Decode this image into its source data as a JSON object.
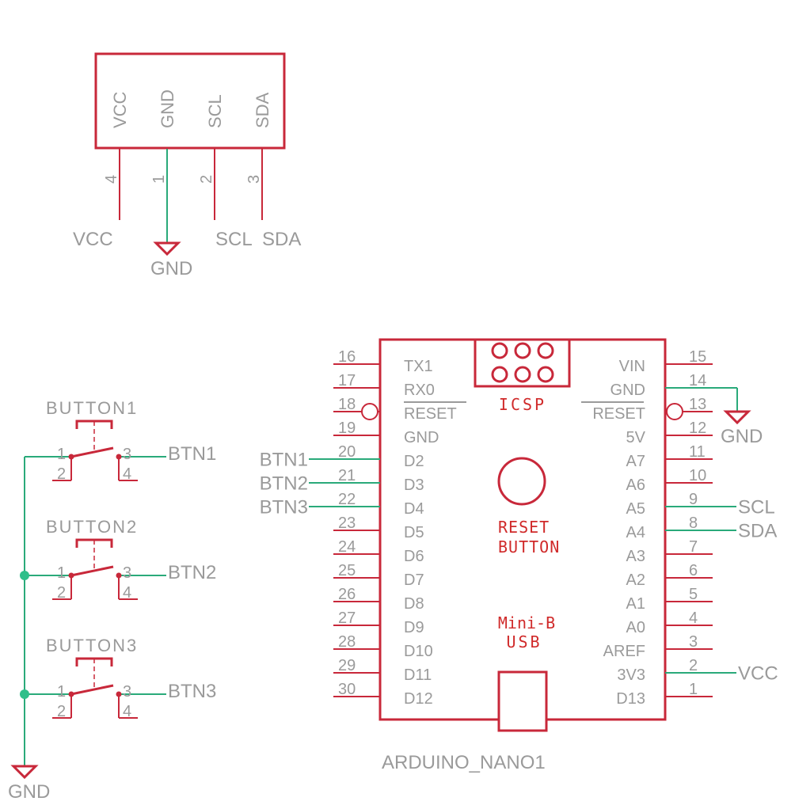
{
  "colors": {
    "body": "#c8283a",
    "wire": "#2aaa7a",
    "text": "#9a9a9a",
    "junction": "#2fbf8a"
  },
  "module": {
    "pins": [
      {
        "name": "VCC",
        "num": "4",
        "net": "VCC"
      },
      {
        "name": "GND",
        "num": "1",
        "net": "GND"
      },
      {
        "name": "SCL",
        "num": "2",
        "net": "SCL"
      },
      {
        "name": "SDA",
        "num": "3",
        "net": "SDA"
      }
    ]
  },
  "buttons": [
    {
      "name": "BUTTON1",
      "pins": [
        "1",
        "2",
        "3",
        "4"
      ],
      "net": "BTN1"
    },
    {
      "name": "BUTTON2",
      "pins": [
        "1",
        "2",
        "3",
        "4"
      ],
      "net": "BTN2"
    },
    {
      "name": "BUTTON3",
      "pins": [
        "1",
        "2",
        "3",
        "4"
      ],
      "net": "BTN3"
    }
  ],
  "buttons_gnd": "GND",
  "nano": {
    "name": "ARDUINO_NANO1",
    "icsp_label": "ICSP",
    "reset_button": [
      "RESET",
      "BUTTON"
    ],
    "usb": [
      "Mini-B",
      "USB"
    ],
    "left_pins": [
      {
        "num": "16",
        "name": "TX1",
        "net": ""
      },
      {
        "num": "17",
        "name": "RX0",
        "net": ""
      },
      {
        "num": "18",
        "name": "RESET",
        "net": ""
      },
      {
        "num": "19",
        "name": "GND",
        "net": ""
      },
      {
        "num": "20",
        "name": "D2",
        "net": "BTN1"
      },
      {
        "num": "21",
        "name": "D3",
        "net": "BTN2"
      },
      {
        "num": "22",
        "name": "D4",
        "net": "BTN3"
      },
      {
        "num": "23",
        "name": "D5",
        "net": ""
      },
      {
        "num": "24",
        "name": "D6",
        "net": ""
      },
      {
        "num": "25",
        "name": "D7",
        "net": ""
      },
      {
        "num": "26",
        "name": "D8",
        "net": ""
      },
      {
        "num": "27",
        "name": "D9",
        "net": ""
      },
      {
        "num": "28",
        "name": "D10",
        "net": ""
      },
      {
        "num": "29",
        "name": "D11",
        "net": ""
      },
      {
        "num": "30",
        "name": "D12",
        "net": ""
      }
    ],
    "right_pins": [
      {
        "num": "15",
        "name": "VIN",
        "net": ""
      },
      {
        "num": "14",
        "name": "GND",
        "net": "GND"
      },
      {
        "num": "13",
        "name": "RESET",
        "net": ""
      },
      {
        "num": "12",
        "name": "5V",
        "net": ""
      },
      {
        "num": "11",
        "name": "A7",
        "net": ""
      },
      {
        "num": "10",
        "name": "A6",
        "net": ""
      },
      {
        "num": "9",
        "name": "A5",
        "net": "SCL"
      },
      {
        "num": "8",
        "name": "A4",
        "net": "SDA"
      },
      {
        "num": "7",
        "name": "A3",
        "net": ""
      },
      {
        "num": "6",
        "name": "A2",
        "net": ""
      },
      {
        "num": "5",
        "name": "A1",
        "net": ""
      },
      {
        "num": "4",
        "name": "A0",
        "net": ""
      },
      {
        "num": "3",
        "name": "AREF",
        "net": ""
      },
      {
        "num": "2",
        "name": "3V3",
        "net": "VCC"
      },
      {
        "num": "1",
        "name": "D13",
        "net": ""
      }
    ]
  }
}
